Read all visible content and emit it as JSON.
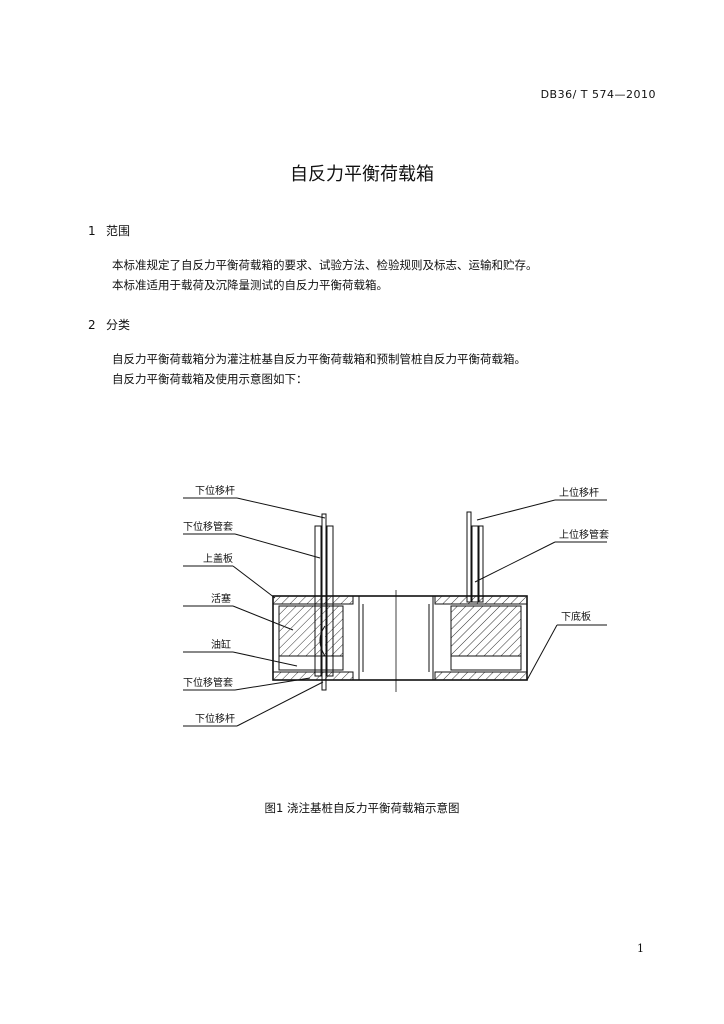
{
  "header": {
    "standard_code": "DB36/ T 574—2010"
  },
  "document": {
    "title": "自反力平衡荷载箱"
  },
  "sections": [
    {
      "number": "1",
      "heading": "范围",
      "paragraphs": [
        "本标准规定了自反力平衡荷载箱的要求、试验方法、检验规则及标志、运输和贮存。",
        "本标准适用于载荷及沉降量测试的自反力平衡荷载箱。"
      ]
    },
    {
      "number": "2",
      "heading": "分类",
      "paragraphs": [
        "自反力平衡荷载箱分为灌注桩基自反力平衡荷载箱和预制管桩自反力平衡荷载箱。",
        "自反力平衡荷载箱及使用示意图如下："
      ]
    }
  ],
  "figure": {
    "labels_left": [
      "下位移杆",
      "下位移管套",
      "上盖板",
      "活塞",
      "油缸",
      "下位移管套",
      "下位移杆"
    ],
    "labels_right": [
      "上位移杆",
      "上位移管套",
      "下底板"
    ],
    "caption": "图1   浇注基桩自反力平衡荷载箱示意图"
  },
  "footer": {
    "page_number": "1"
  }
}
